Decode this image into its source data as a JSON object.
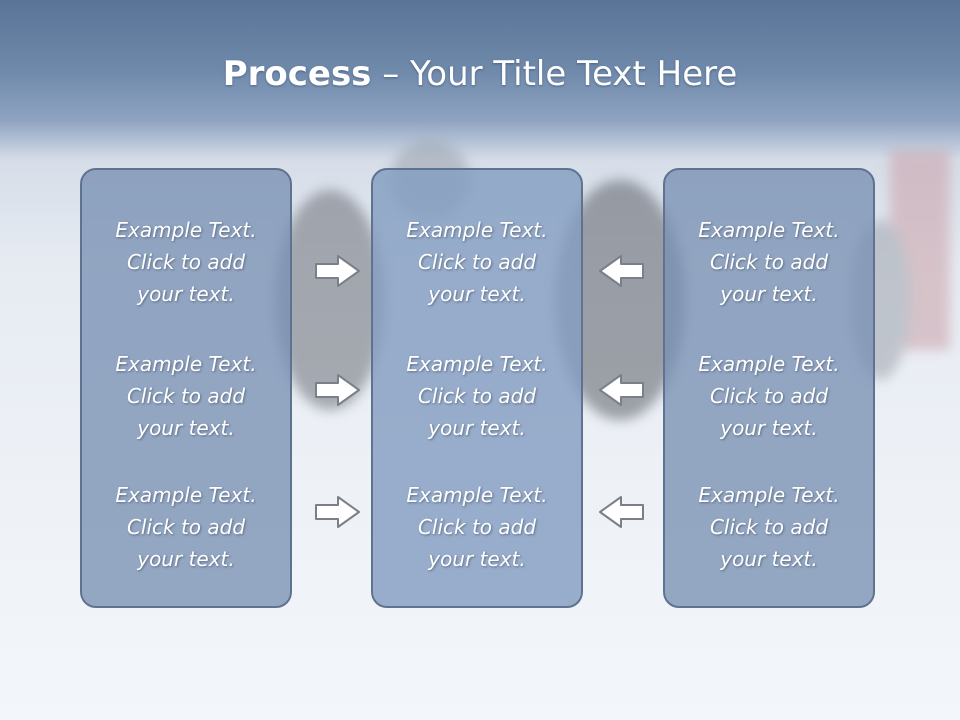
{
  "title": {
    "bold": "Process",
    "rest": " – Your Title Text Here"
  },
  "columns": [
    {
      "items": [
        {
          "l1": "Example Text.",
          "l2": "Click  to add",
          "l3": "your text."
        },
        {
          "l1": "Example Text.",
          "l2": "Click  to add",
          "l3": "your text."
        },
        {
          "l1": "Example Text.",
          "l2": "Click  to add",
          "l3": "your text."
        }
      ]
    },
    {
      "items": [
        {
          "l1": "Example Text.",
          "l2": "Click  to add",
          "l3": "your text."
        },
        {
          "l1": "Example Text.",
          "l2": "Click  to add",
          "l3": "your text."
        },
        {
          "l1": "Example Text.",
          "l2": "Click  to add",
          "l3": "your text."
        }
      ]
    },
    {
      "items": [
        {
          "l1": "Example Text.",
          "l2": "Click  to add",
          "l3": "your text."
        },
        {
          "l1": "Example Text.",
          "l2": "Click  to add",
          "l3": "your text."
        },
        {
          "l1": "Example Text.",
          "l2": "Click  to add",
          "l3": "your text."
        }
      ]
    }
  ],
  "arrows": {
    "left_to_middle": [
      "right-arrow-icon",
      "right-arrow-icon",
      "right-arrow-icon"
    ],
    "right_to_middle": [
      "left-arrow-icon",
      "left-arrow-icon",
      "left-arrow-icon"
    ]
  },
  "colors": {
    "box_fill": "#7891b4",
    "box_border": "#5f7390",
    "text": "#ffffff",
    "arrow_stroke": "#7a7f88"
  }
}
